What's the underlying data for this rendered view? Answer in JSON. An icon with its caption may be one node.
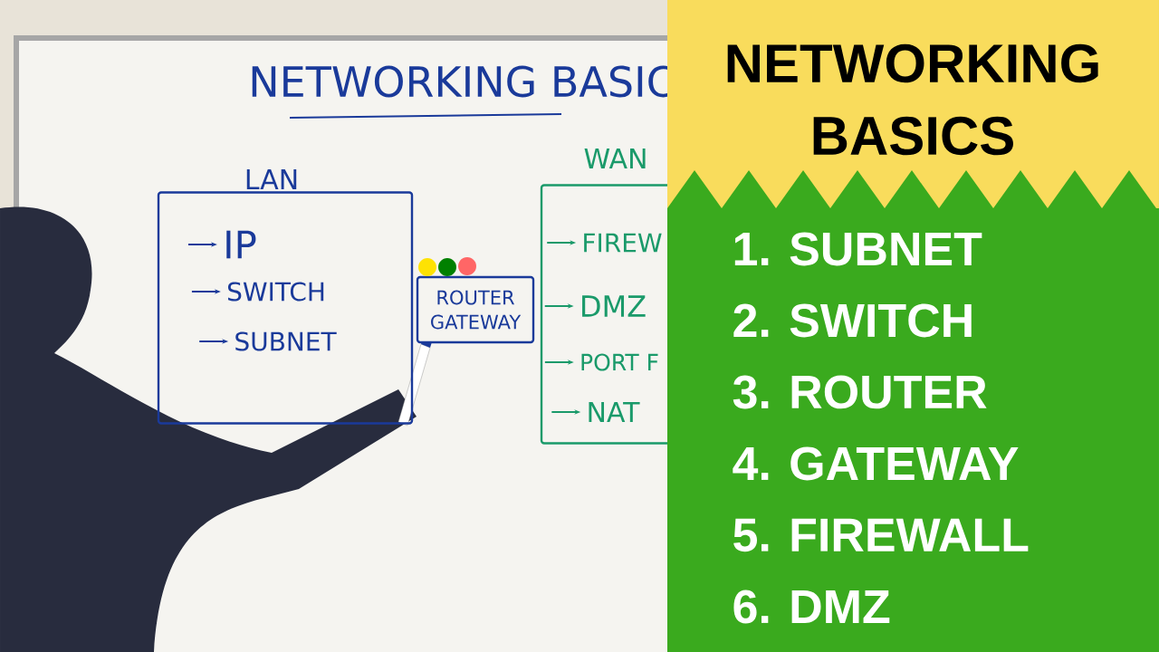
{
  "diagram": {
    "title": "NETWORKING BASICS",
    "nodes": [
      {
        "text": [
          "LAN"
        ]
      },
      {
        "text": [
          "IP"
        ],
        "in": 0
      },
      {
        "text": [
          "SWITCH"
        ],
        "in": 0
      },
      {
        "text": [
          "SUBNET"
        ],
        "in": 0
      },
      {
        "text": [
          "ROUTER GATEWAY"
        ]
      },
      {
        "text": [
          "WAN"
        ]
      },
      {
        "text": [
          "FIREW"
        ],
        "in": 5
      },
      {
        "text": [
          "DMZ"
        ],
        "in": 5
      },
      {
        "text": [
          "PORT F"
        ],
        "in": 5
      },
      {
        "text": [
          "NAT"
        ],
        "in": 5
      }
    ],
    "edges": [
      {
        "from": null,
        "to": 1,
        "arrow": "to",
        "color": "#1a3a9a"
      },
      {
        "from": null,
        "to": 2,
        "arrow": "to",
        "color": "#1a3a9a"
      },
      {
        "from": null,
        "to": 3,
        "arrow": "to",
        "color": "#1a3a9a"
      },
      {
        "from": null,
        "to": 6,
        "arrow": "to"
      },
      {
        "from": null,
        "to": 7,
        "arrow": "to"
      },
      {
        "from": null,
        "to": 8,
        "arrow": "to"
      },
      {
        "from": null,
        "to": 9,
        "arrow": "to"
      }
    ],
    "labels": [
      "NETWORKING BASIC",
      "1. SUBNET",
      "2. SWITCH",
      "3. ROUTER",
      "4. GATEWAY",
      "5. FIREWALL",
      "6. DMZ"
    ]
  }
}
